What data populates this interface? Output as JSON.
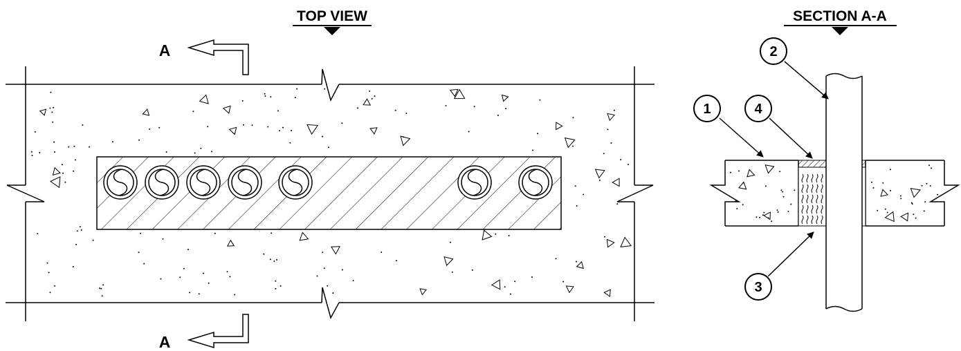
{
  "top_view": {
    "title": "TOP VIEW",
    "section_label_top": "A",
    "section_label_bottom": "A",
    "pipe_count": 7
  },
  "section_view": {
    "title": "SECTION A-A",
    "callouts": [
      {
        "id": "callout-1",
        "label": "1"
      },
      {
        "id": "callout-2",
        "label": "2"
      },
      {
        "id": "callout-3",
        "label": "3"
      },
      {
        "id": "callout-4",
        "label": "4"
      }
    ]
  },
  "colors": {
    "line": "#000000",
    "background": "#ffffff"
  }
}
